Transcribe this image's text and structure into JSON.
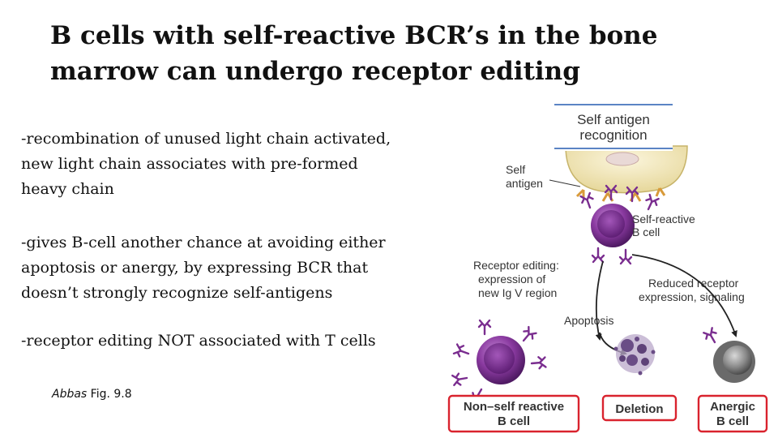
{
  "title": {
    "line1": "B cells with self-reactive BCR’s in the bone",
    "line2": "marrow can undergo receptor editing"
  },
  "bullets": [
    {
      "lines": [
        "-recombination of unused light chain activated,",
        "new light chain associates with pre-formed",
        "heavy chain"
      ]
    },
    {
      "lines": [
        "-gives B-cell another chance at avoiding either",
        "apoptosis or anergy, by expressing BCR that",
        "doesn’t strongly recognize self-antigens"
      ]
    },
    {
      "lines": [
        "-receptor editing NOT associated with T cells"
      ]
    }
  ],
  "citation": {
    "author": "Abbas",
    "rest": " Fig. 9.8"
  },
  "figure": {
    "header": [
      "Self antigen",
      "recognition"
    ],
    "self_antigen_label": [
      "Self",
      "antigen"
    ],
    "self_reactive_label": [
      "Self-reactive",
      "B cell"
    ],
    "receptor_editing_label": [
      "Receptor editing:",
      "expression of",
      "new Ig V region"
    ],
    "reduced_label": [
      "Reduced receptor",
      "expression, signaling"
    ],
    "apoptosis_label": "Apoptosis",
    "outcomes": [
      {
        "lines": [
          "Non–self reactive",
          "B cell"
        ]
      },
      {
        "lines": [
          "Deletion"
        ]
      },
      {
        "lines": [
          "Anergic",
          "B cell"
        ]
      }
    ],
    "colors": {
      "outcome_border": "#d9232e",
      "header_line": "#5b84c4",
      "b_cell": "#7a2d8f",
      "stromal_cell": "#f3e7b5",
      "anergic_cell": "#7b7b7b"
    }
  }
}
